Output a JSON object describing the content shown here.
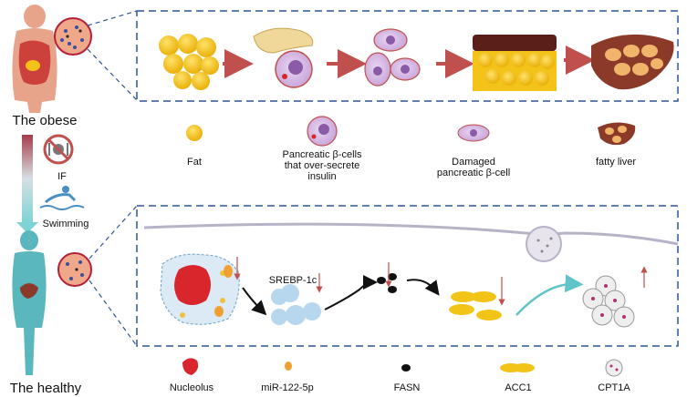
{
  "top_left_title": "The obese",
  "bottom_left_title": "The healthy",
  "intervention": {
    "fasting_label": "IF",
    "exercise_label": "Swimming"
  },
  "legend_top": {
    "fat": "Fat",
    "pancreatic_oversecrete": "Pancreatic β-cells\nthat over-secrete\ninsulin",
    "damaged_beta_cell": "Damaged\npancreatic β-cell",
    "fatty_liver": "fatty liver"
  },
  "pathway": {
    "srebp_label": "SREBP-1c"
  },
  "legend_bottom": {
    "nucleolus": "Nucleolus",
    "mir": "miR-122-5p",
    "fasn": "FASN",
    "acc1": "ACC1",
    "cpt1a": "CPT1A"
  },
  "colors": {
    "dashed_frame": "#2f5597",
    "fat": "#f4c31a",
    "arrow_red": "#c0504d",
    "liver": "#8b3a2a",
    "nucleolus": "#d9262c",
    "mir": "#f0a030",
    "acc1": "#f2c418",
    "fasn": "#111111",
    "teal_arrow": "#5fc4c8",
    "srebp": "#b7d7ef",
    "gradient_top": "#a63c4a",
    "gradient_bottom": "#7fd3d6"
  }
}
